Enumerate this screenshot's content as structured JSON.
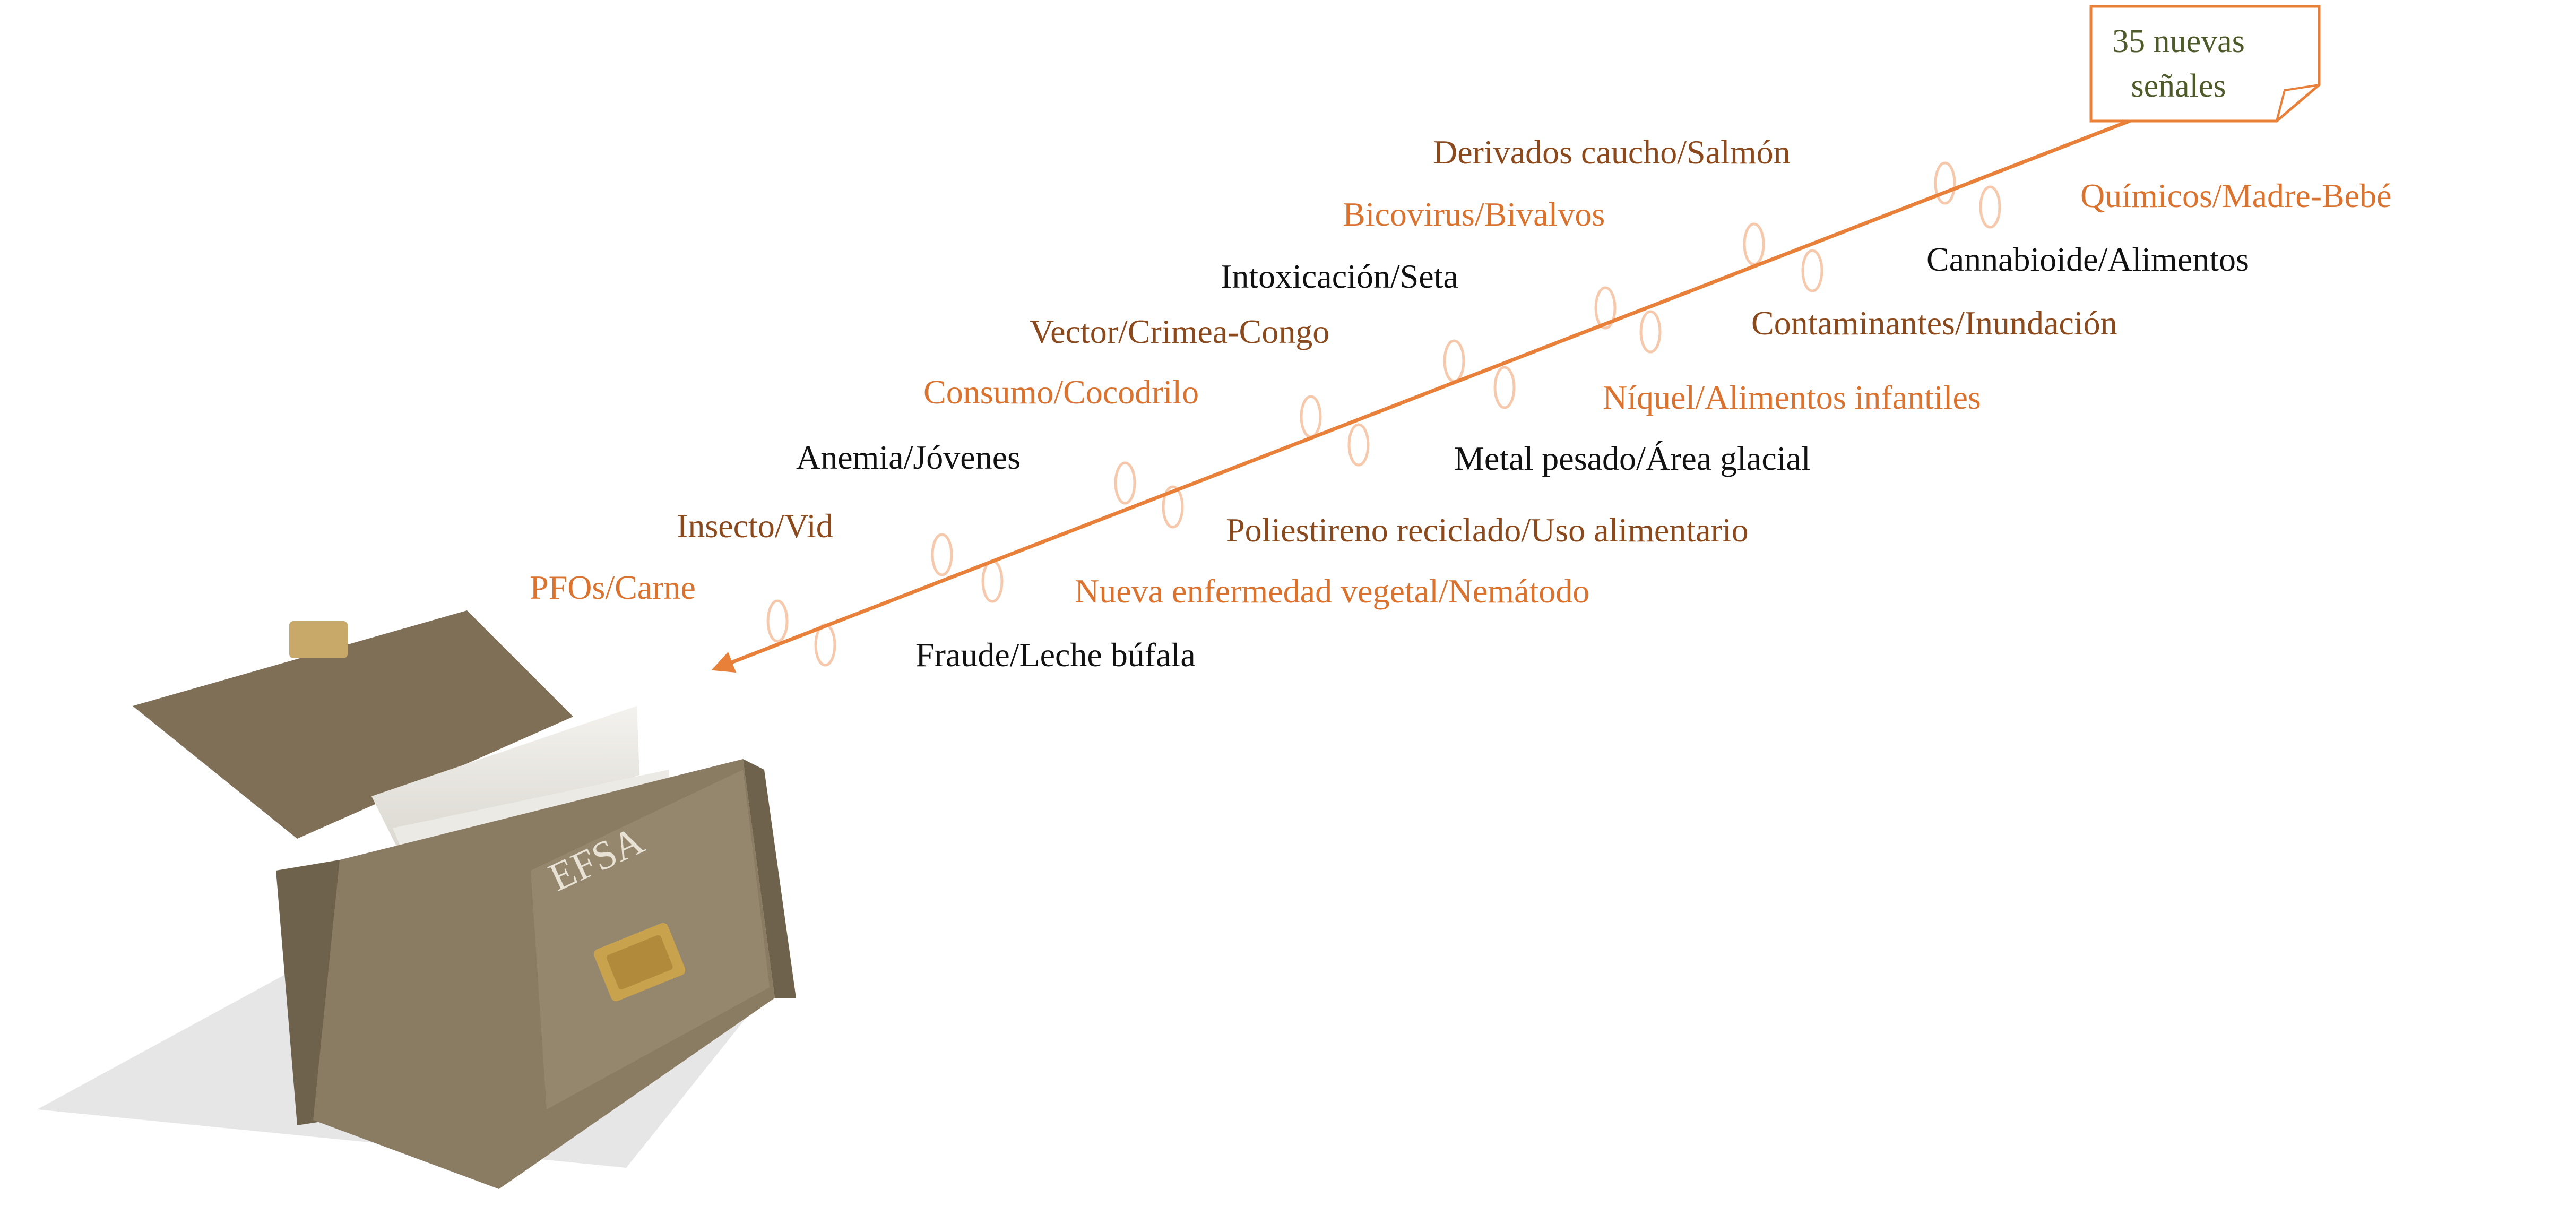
{
  "callout": {
    "line1": "35 nuevas",
    "line2": "señales"
  },
  "briefcase": {
    "label": "EFSA"
  },
  "signals": [
    {
      "text": "Derivados caucho/Salmón",
      "color": "brown"
    },
    {
      "text": "Bicovirus/Bivalvos",
      "color": "orange"
    },
    {
      "text": "Intoxicación/Seta",
      "color": "black"
    },
    {
      "text": "Vector/Crimea-Congo",
      "color": "brown"
    },
    {
      "text": "Consumo/Cocodrilo",
      "color": "orange"
    },
    {
      "text": "Anemia/Jóvenes",
      "color": "black"
    },
    {
      "text": "Insecto/Vid",
      "color": "brown"
    },
    {
      "text": "PFOs/Carne",
      "color": "orange"
    },
    {
      "text": "Químicos/Madre-Bebé",
      "color": "orange"
    },
    {
      "text": "Cannabioide/Alimentos",
      "color": "black"
    },
    {
      "text": "Contaminantes/Inundación",
      "color": "brown"
    },
    {
      "text": "Níquel/Alimentos infantiles",
      "color": "orange"
    },
    {
      "text": "Metal pesado/Área glacial",
      "color": "black"
    },
    {
      "text": "Poliestireno reciclado/Uso alimentario",
      "color": "brown"
    },
    {
      "text": "Nueva enfermedad vegetal/Nemátodo",
      "color": "orange"
    },
    {
      "text": "Fraude/Leche búfala",
      "color": "black"
    }
  ],
  "colors": {
    "brown": "#8B4A1E",
    "orange": "#D9732F",
    "black": "#111111",
    "arrow": "#E8803A",
    "case": "#8A7B63"
  }
}
